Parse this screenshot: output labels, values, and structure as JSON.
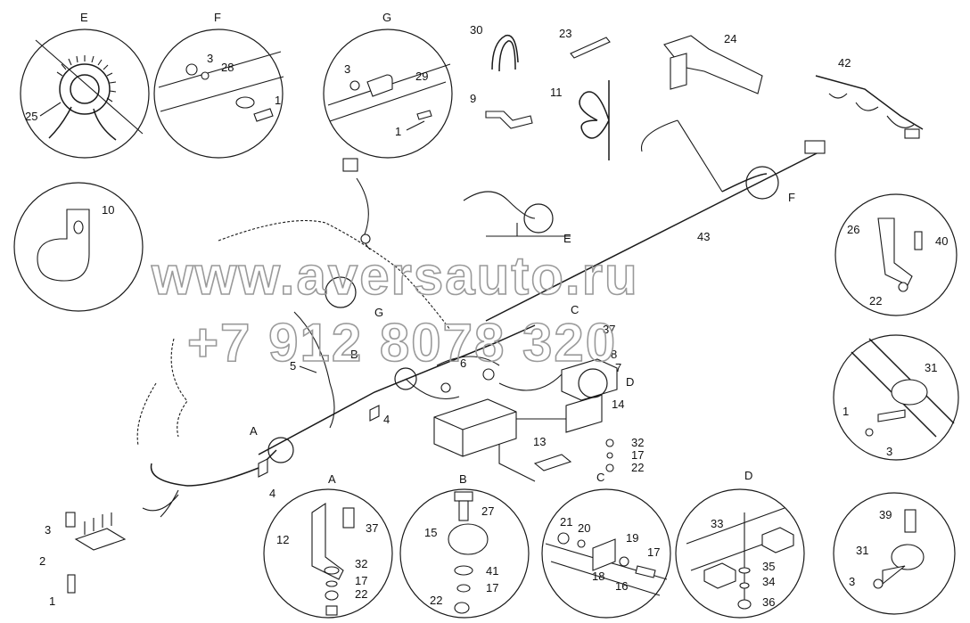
{
  "detail_views": {
    "E": "E",
    "F": "F",
    "G": "G",
    "A": "A",
    "B": "B",
    "D": "D",
    "C": "C"
  },
  "watermark": {
    "site": "www.aversauto.ru",
    "phone": "+7 912 8078 320"
  },
  "part_labels": {
    "p1": "1",
    "p2": "2",
    "p3": "3",
    "p4": "4",
    "p5": "5",
    "p6": "6",
    "p7": "7",
    "p8": "8",
    "p9": "9",
    "p10": "10",
    "p11": "11",
    "p12": "12",
    "p13": "13",
    "p14": "14",
    "p15": "15",
    "p16": "16",
    "p17": "17",
    "p18": "18",
    "p19": "19",
    "p20": "20",
    "p21": "21",
    "p22": "22",
    "p23": "23",
    "p24": "24",
    "p25": "25",
    "p26": "26",
    "p27": "27",
    "p28": "28",
    "p29": "29",
    "p30": "30",
    "p31": "31",
    "p32": "32",
    "p33": "33",
    "p34": "34",
    "p35": "35",
    "p36": "36",
    "p37": "37",
    "p39": "39",
    "p40": "40",
    "p41": "41",
    "p42": "42",
    "p43": "43"
  },
  "colors": {
    "line": "#1a1a1a",
    "watermark": "#9a9a9a",
    "background": "#ffffff"
  }
}
